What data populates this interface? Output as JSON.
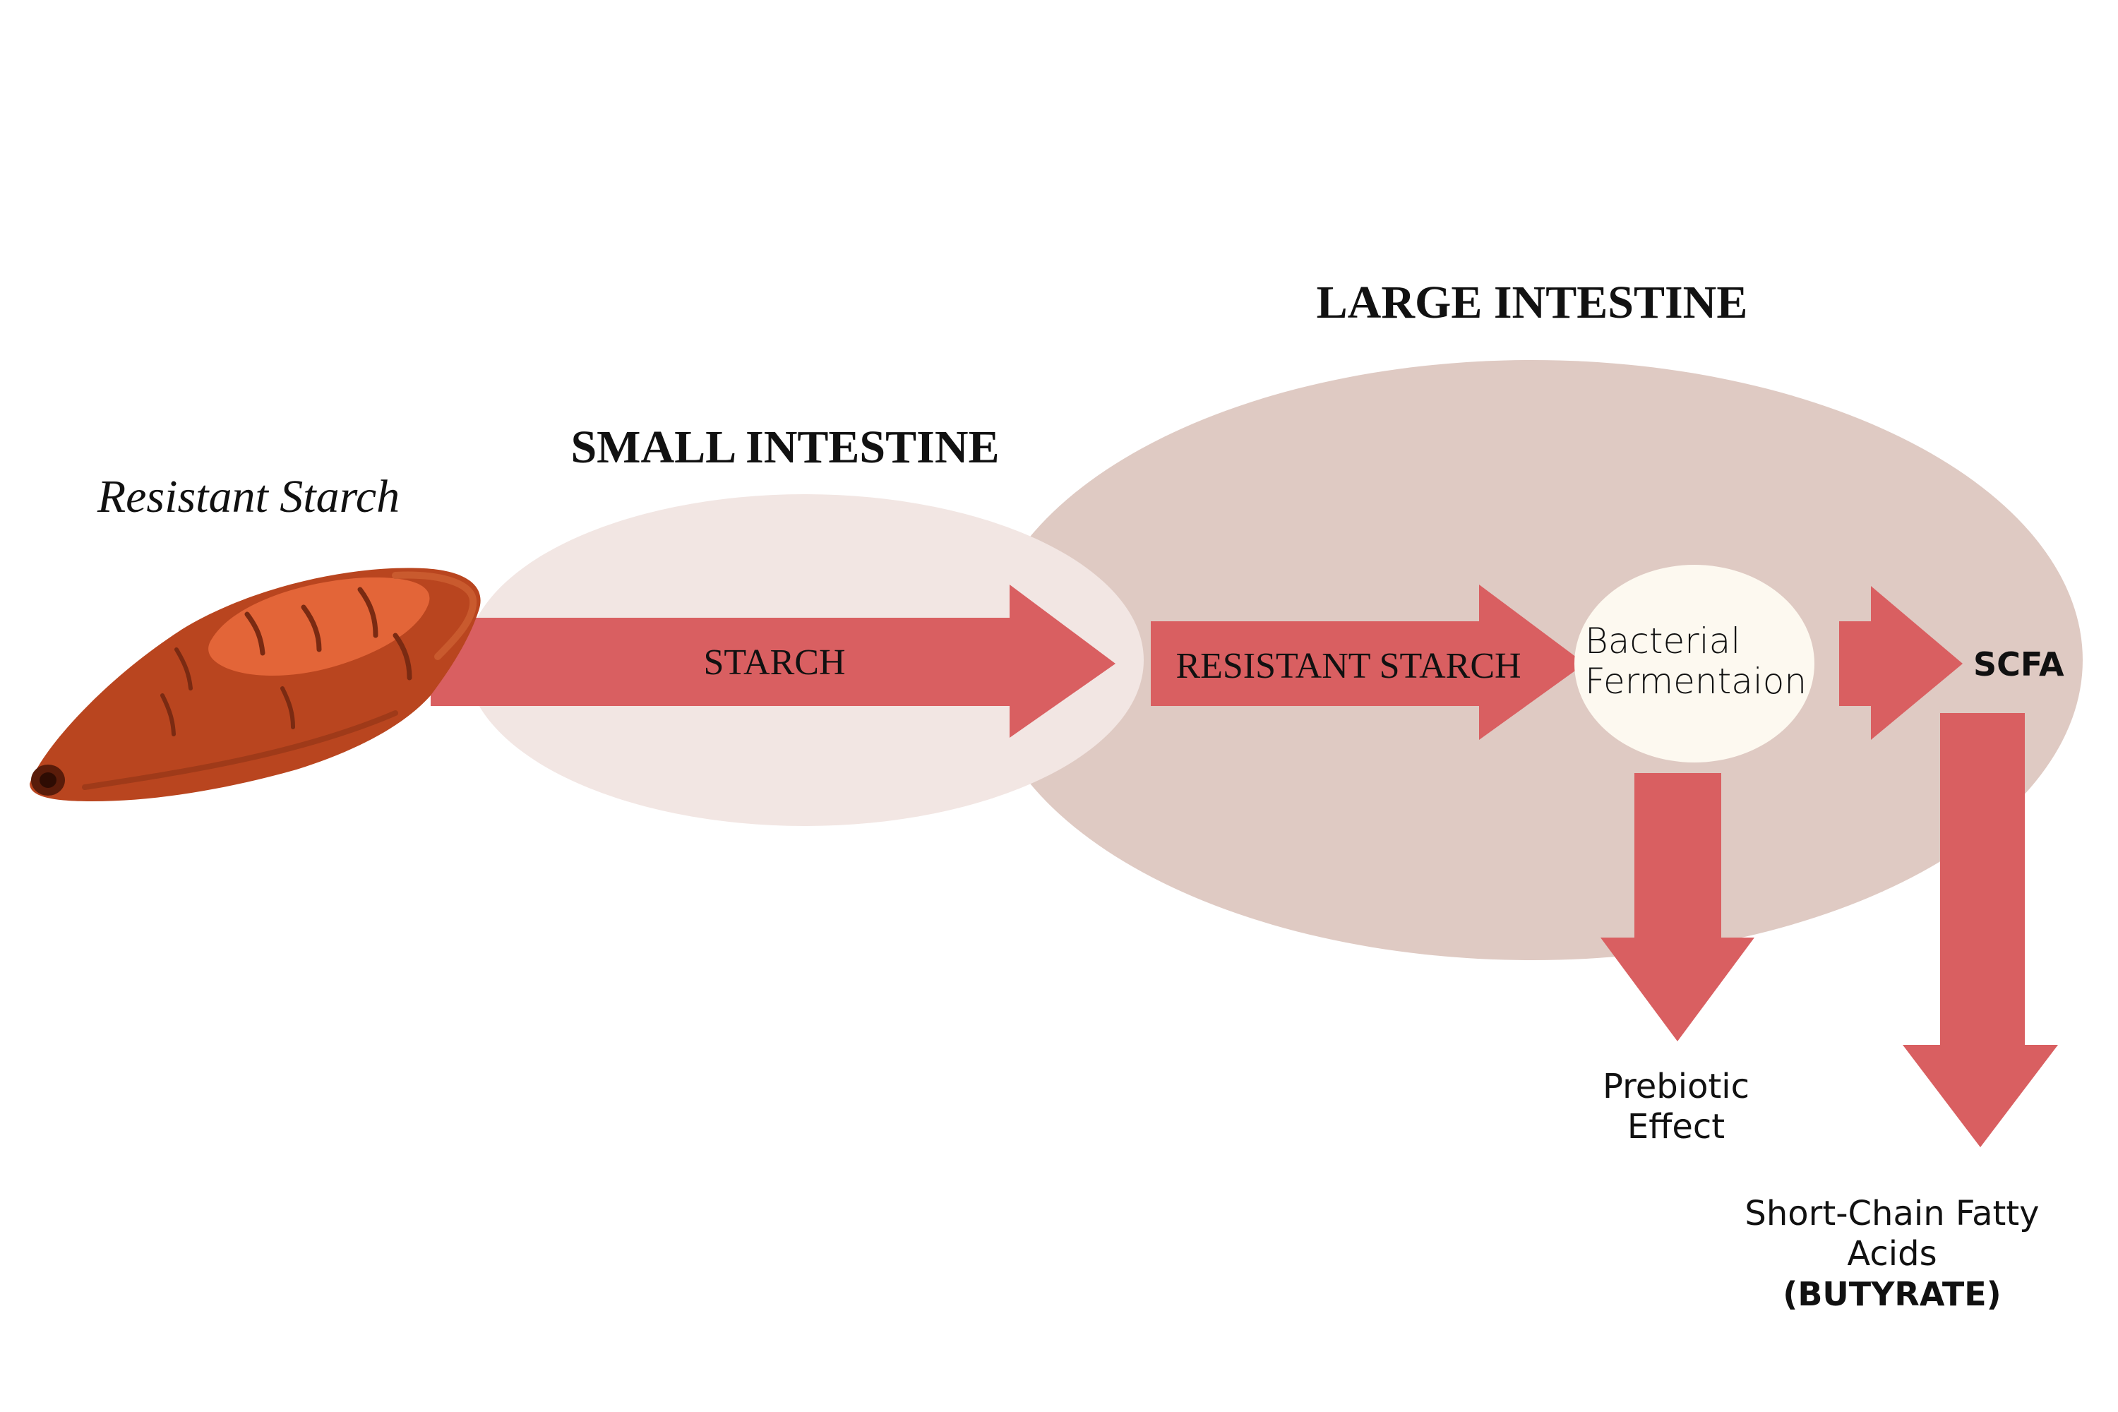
{
  "title": "Resistant Starch",
  "colors": {
    "arrow": "#d95f61",
    "small_intestine_fill": "#f2e6e3",
    "large_intestine_fill": "#dfcac3",
    "fermentation_fill": "#fdf9f0",
    "text": "#111111",
    "potato_skin": "#b9451f",
    "potato_highlight": "#e8683b"
  },
  "regions": {
    "small_intestine": "SMALL INTESTINE",
    "large_intestine": "LARGE INTESTINE"
  },
  "arrows": {
    "starch": "STARCH",
    "resistant_starch": "RESISTANT STARCH"
  },
  "nodes": {
    "fermentation": [
      "Bacterial",
      "Fermentaion"
    ],
    "scfa": "SCFA"
  },
  "outcomes": {
    "prebiotic": [
      "Prebiotic",
      "Effect"
    ],
    "scfa_full": [
      "Short-Chain Fatty",
      "Acids"
    ],
    "butyrate": "(BUTYRATE)"
  },
  "icons": {
    "food": "sweet-potato-icon"
  }
}
